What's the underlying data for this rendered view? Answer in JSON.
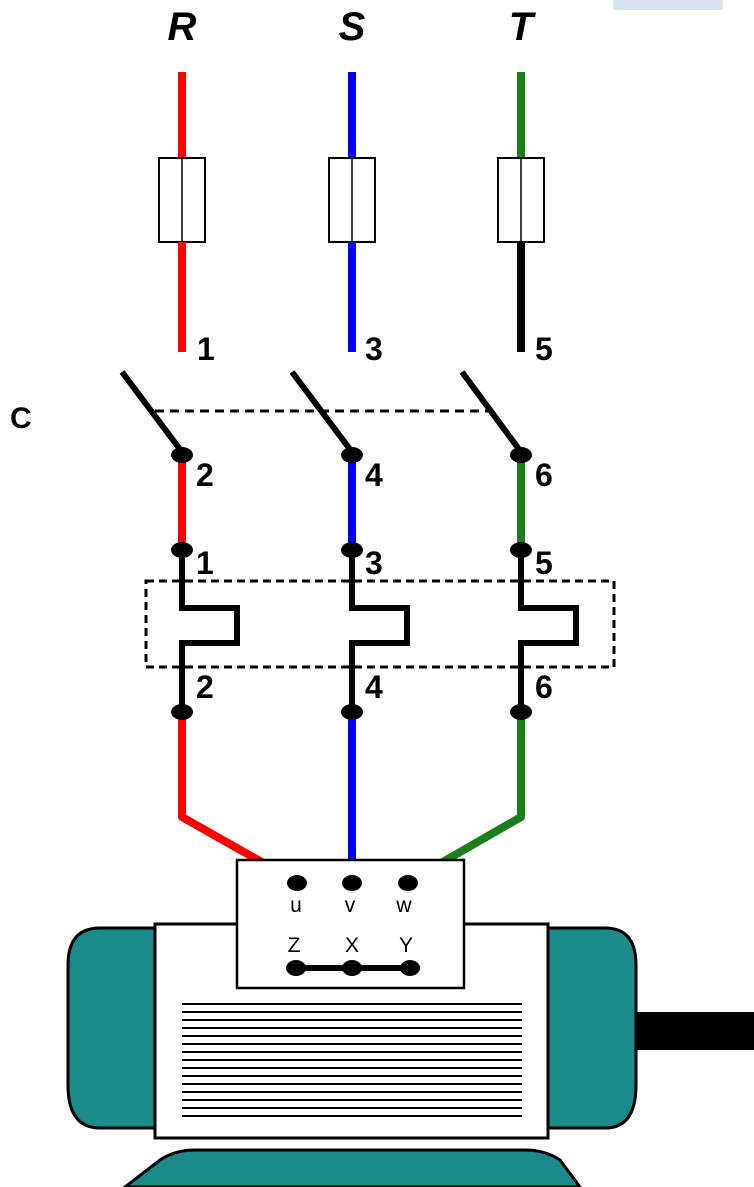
{
  "phases": [
    {
      "label": "R",
      "color": "#ff0000",
      "fuse_out_color": "#ff0000",
      "contact_top": "1",
      "contact_bottom": "2",
      "relay_top": "1",
      "relay_bottom": "2"
    },
    {
      "label": "S",
      "color": "#0000ff",
      "fuse_out_color": "#0000ff",
      "contact_top": "3",
      "contact_bottom": "4",
      "relay_top": "3",
      "relay_bottom": "4"
    },
    {
      "label": "T",
      "color": "#1a7f1a",
      "fuse_out_color": "#000000",
      "contact_top": "5",
      "contact_bottom": "6",
      "relay_top": "5",
      "relay_bottom": "6"
    }
  ],
  "contactor_label": "C",
  "motor": {
    "top_terminals": [
      "u",
      "v",
      "w"
    ],
    "bottom_terminals": [
      "Z",
      "X",
      "Y"
    ],
    "body_color": "#1a8a8a",
    "frame_color": "#ffffff"
  },
  "colors": {
    "line": "#000000",
    "terminal_box": "#ffffff",
    "corner_tab": "#d6e4ef"
  }
}
